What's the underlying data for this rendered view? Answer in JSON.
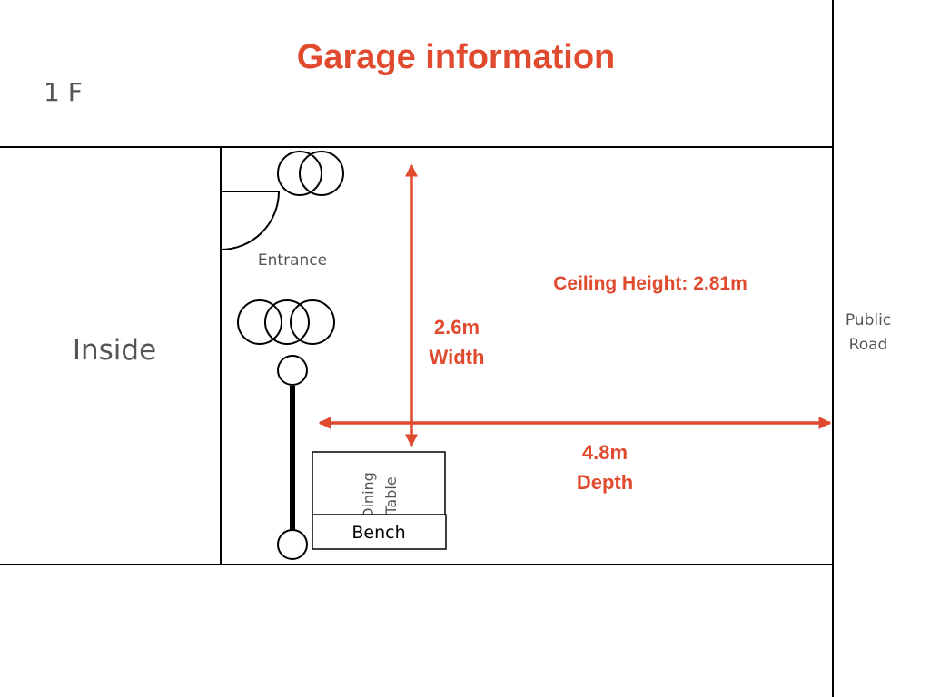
{
  "title": "Garage information",
  "floor_label": "1 F",
  "inside_label": "Inside",
  "entrance_label": "Entrance",
  "ceiling_label": "Ceiling Height: 2.81m",
  "width_value": "2.6m",
  "width_label": "Width",
  "depth_value": "4.8m",
  "depth_label": "Depth",
  "public_road_line1": "Public",
  "public_road_line2": "Road",
  "dining_line1": "Dining",
  "dining_line2": "Table",
  "bench_label": "Bench",
  "colors": {
    "accent": "#e04a2e",
    "line": "#000000",
    "muted_text": "#555555"
  }
}
